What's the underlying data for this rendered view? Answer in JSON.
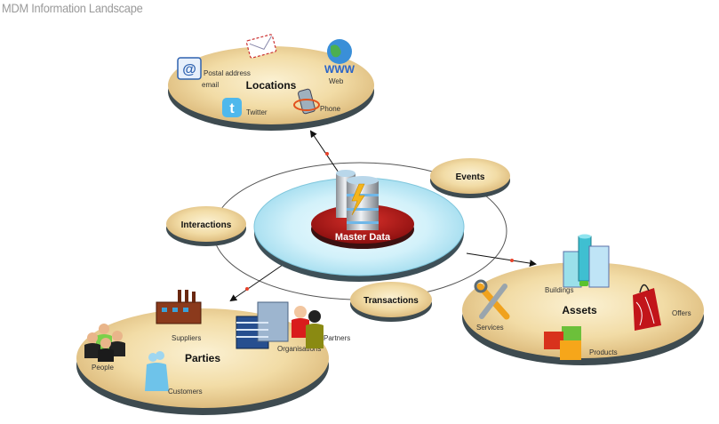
{
  "title": "MDM Information Landscape",
  "center": {
    "label": "Master Data",
    "icon": "database-lightning-icon"
  },
  "orbit_nodes": [
    {
      "id": "events",
      "label": "Events"
    },
    {
      "id": "interactions",
      "label": "Interactions"
    },
    {
      "id": "transactions",
      "label": "Transactions"
    }
  ],
  "hubs": {
    "locations": {
      "label": "Locations",
      "items": [
        {
          "label": "Postal  address",
          "icon": "envelope-icon"
        },
        {
          "label": "email",
          "icon": "email-at-icon"
        },
        {
          "label": "Web",
          "icon": "globe-www-icon"
        },
        {
          "label": "Twitter",
          "icon": "twitter-bird-icon"
        },
        {
          "label": "Phone",
          "icon": "mobile-phone-icon"
        }
      ]
    },
    "parties": {
      "label": "Parties",
      "items": [
        {
          "label": "Suppliers",
          "icon": "factory-icon"
        },
        {
          "label": "Organisations",
          "icon": "office-building-icon"
        },
        {
          "label": "Partners",
          "icon": "partners-people-icon"
        },
        {
          "label": "People",
          "icon": "people-group-icon"
        },
        {
          "label": "Customers",
          "icon": "customers-icon"
        }
      ]
    },
    "assets": {
      "label": "Assets",
      "items": [
        {
          "label": "Buildings",
          "icon": "buildings-icon"
        },
        {
          "label": "Services",
          "icon": "tools-wrench-icon"
        },
        {
          "label": "Offers",
          "icon": "shopping-bag-icon"
        },
        {
          "label": "Products",
          "icon": "product-boxes-icon"
        }
      ]
    }
  },
  "colors": {
    "disc_top": "#f3dfae",
    "disc_edge": "#c9a667",
    "disc_shadow": "#4f5a5e",
    "center_disc": "#c8eef8",
    "master_red": "#b51b1b",
    "connector_dot": "#e8432b"
  }
}
